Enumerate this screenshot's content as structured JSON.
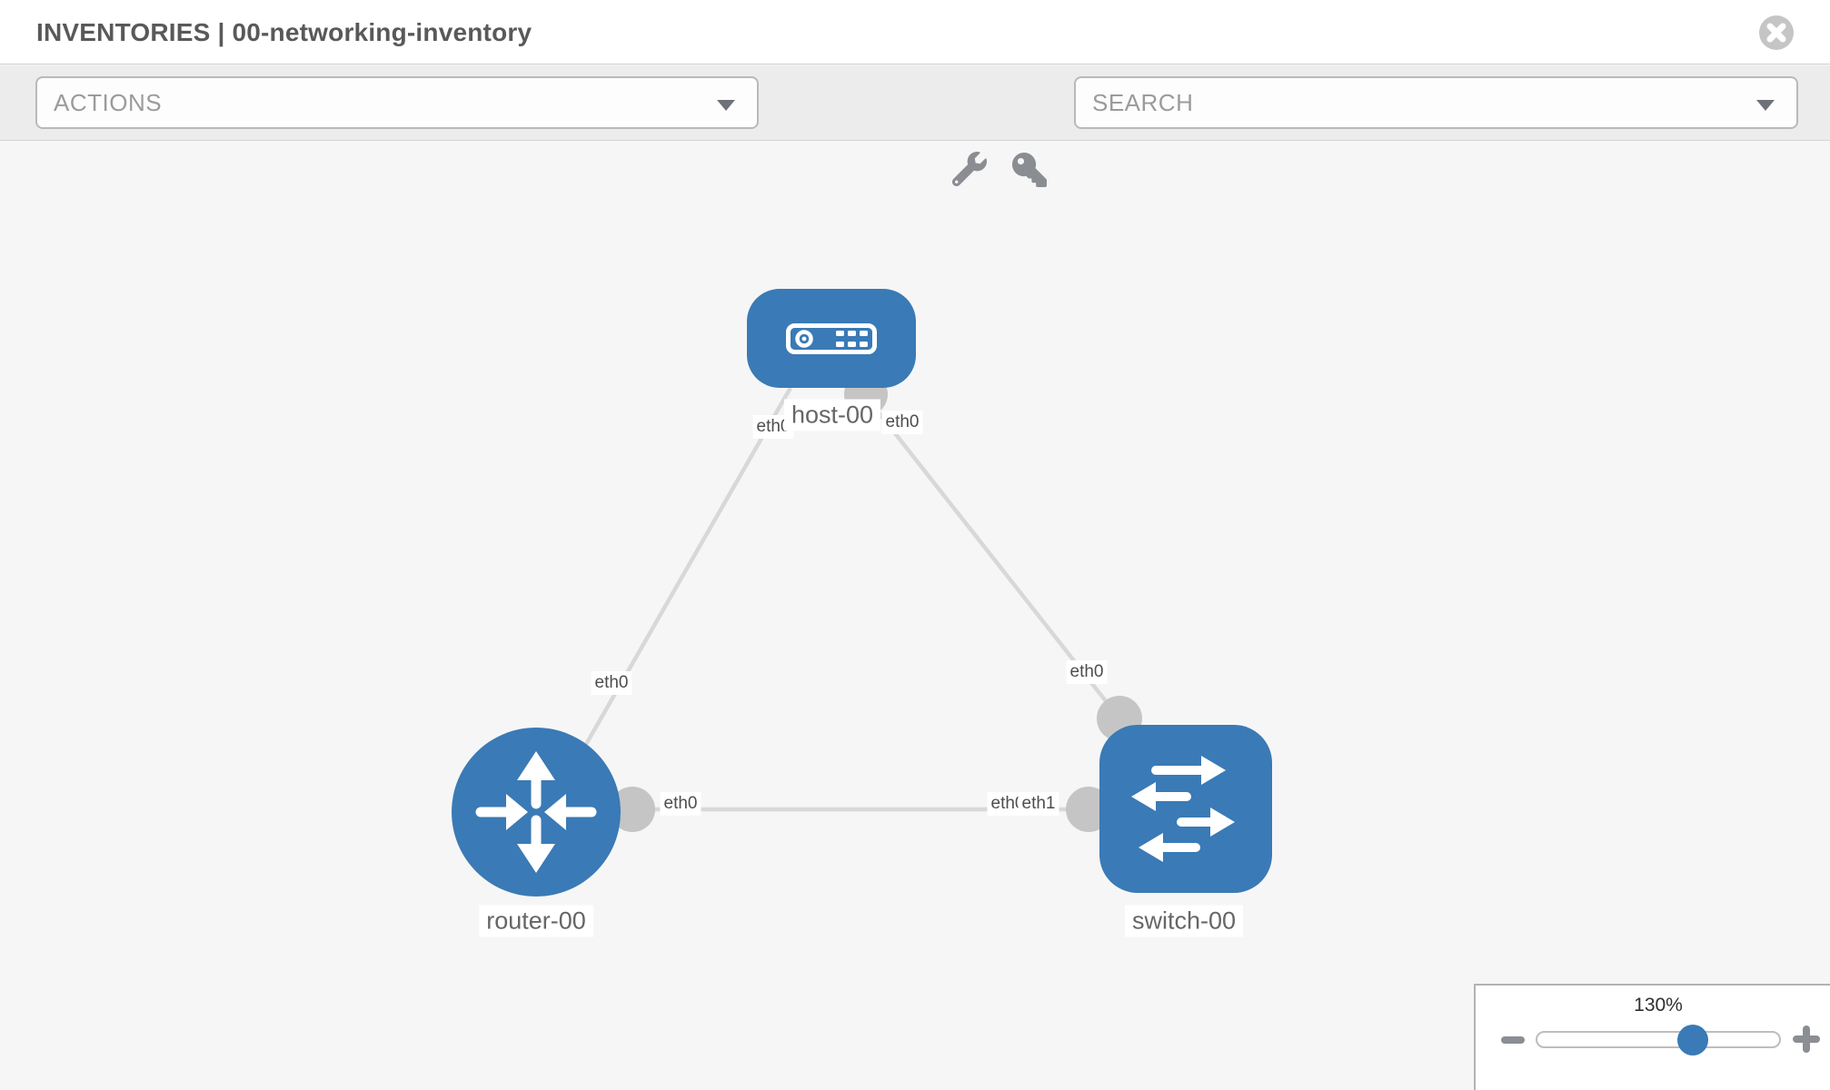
{
  "header": {
    "title": "INVENTORIES | 00-networking-inventory"
  },
  "toolbar": {
    "actions_label": "ACTIONS",
    "search_label": "SEARCH"
  },
  "icons": {
    "close": "x-circle",
    "tools": "wrench",
    "credentials": "key",
    "dropdown_caret": "chevron-down",
    "zoom_out": "minus",
    "zoom_in": "plus"
  },
  "topology": {
    "nodes": [
      {
        "id": "host-00",
        "type": "host",
        "label": "host-00"
      },
      {
        "id": "router-00",
        "type": "router",
        "label": "router-00"
      },
      {
        "id": "switch-00",
        "type": "switch",
        "label": "switch-00"
      }
    ],
    "links": [
      {
        "source": "host-00",
        "source_interface": "eth0",
        "target": "router-00",
        "target_interface": "eth0"
      },
      {
        "source": "host-00",
        "source_interface": "eth0",
        "target": "switch-00",
        "target_interface": "eth0"
      },
      {
        "source": "router-00",
        "source_interface": "eth0",
        "target": "switch-00",
        "target_interface": "eth1"
      }
    ],
    "interface_labels": {
      "host_left": "eth0",
      "host_right": "eth0",
      "router_top": "eth0",
      "router_right": "eth0",
      "switch_top": "eth0",
      "switch_left_under": "eth0",
      "switch_left": "eth1"
    }
  },
  "zoom_panel": {
    "level": "130%"
  },
  "colors": {
    "node_blue": "#3a7ab6",
    "link_gray": "#d8d8d8",
    "endpoint_gray": "#c5c5c5",
    "canvas_bg": "#f6f6f6",
    "toolbar_bg": "#ececec",
    "icon_gray": "#8a8d91",
    "title_gray": "#595959"
  }
}
